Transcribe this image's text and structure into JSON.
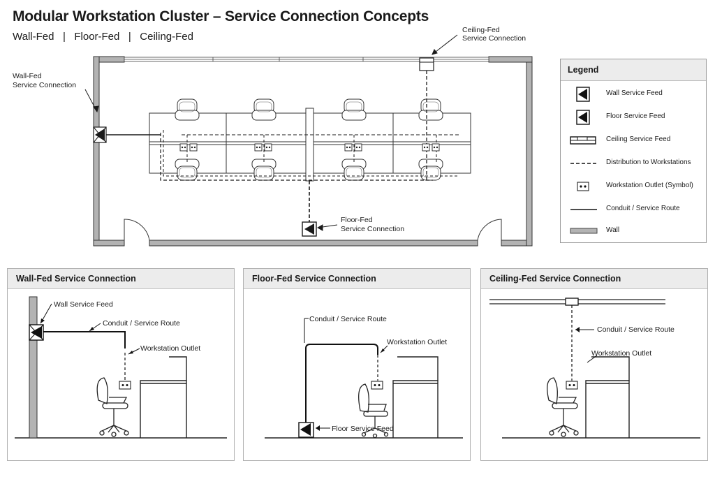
{
  "title": "Modular Workstation Cluster – Service Connection Concepts",
  "subtitle": "Wall-Fed   |   Floor-Fed   |   Ceiling-Fed",
  "plan": {
    "wall_fed_label_1": "Wall-Fed",
    "wall_fed_label_2": "Service Connection",
    "ceiling_fed_label_1": "Ceiling-Fed",
    "ceiling_fed_label_2": "Service Connection",
    "floor_fed_label_1": "Floor-Fed",
    "floor_fed_label_2": "Service Connection"
  },
  "legend": {
    "title": "Legend",
    "items": [
      {
        "label": "Wall Service Feed",
        "icon": "wall-feed-icon"
      },
      {
        "label": "Floor Service Feed",
        "icon": "floor-feed-icon"
      },
      {
        "label": "Ceiling Service Feed",
        "icon": "ceiling-feed-icon"
      },
      {
        "label": "Distribution to Workstations",
        "icon": "dashed-line-icon"
      },
      {
        "label": "Workstation Outlet (Symbol)",
        "icon": "outlet-icon"
      },
      {
        "label": "Conduit / Service Route",
        "icon": "solid-line-icon"
      },
      {
        "label": "Wall",
        "icon": "wall-icon"
      }
    ]
  },
  "panels": {
    "wall": {
      "title": "Wall-Fed Service Connection",
      "feed_label": "Wall Service Feed",
      "conduit_label": "Conduit / Service Route",
      "outlet_label": "Workstation Outlet"
    },
    "floor": {
      "title": "Floor-Fed Service Connection",
      "conduit_label": "Conduit / Service Route",
      "outlet_label": "Workstation Outlet",
      "feed_label": "Floor Service Feed"
    },
    "ceiling": {
      "title": "Ceiling-Fed Service Connection",
      "conduit_label": "Conduit / Service Route",
      "outlet_label": "Workstation Outlet"
    }
  }
}
